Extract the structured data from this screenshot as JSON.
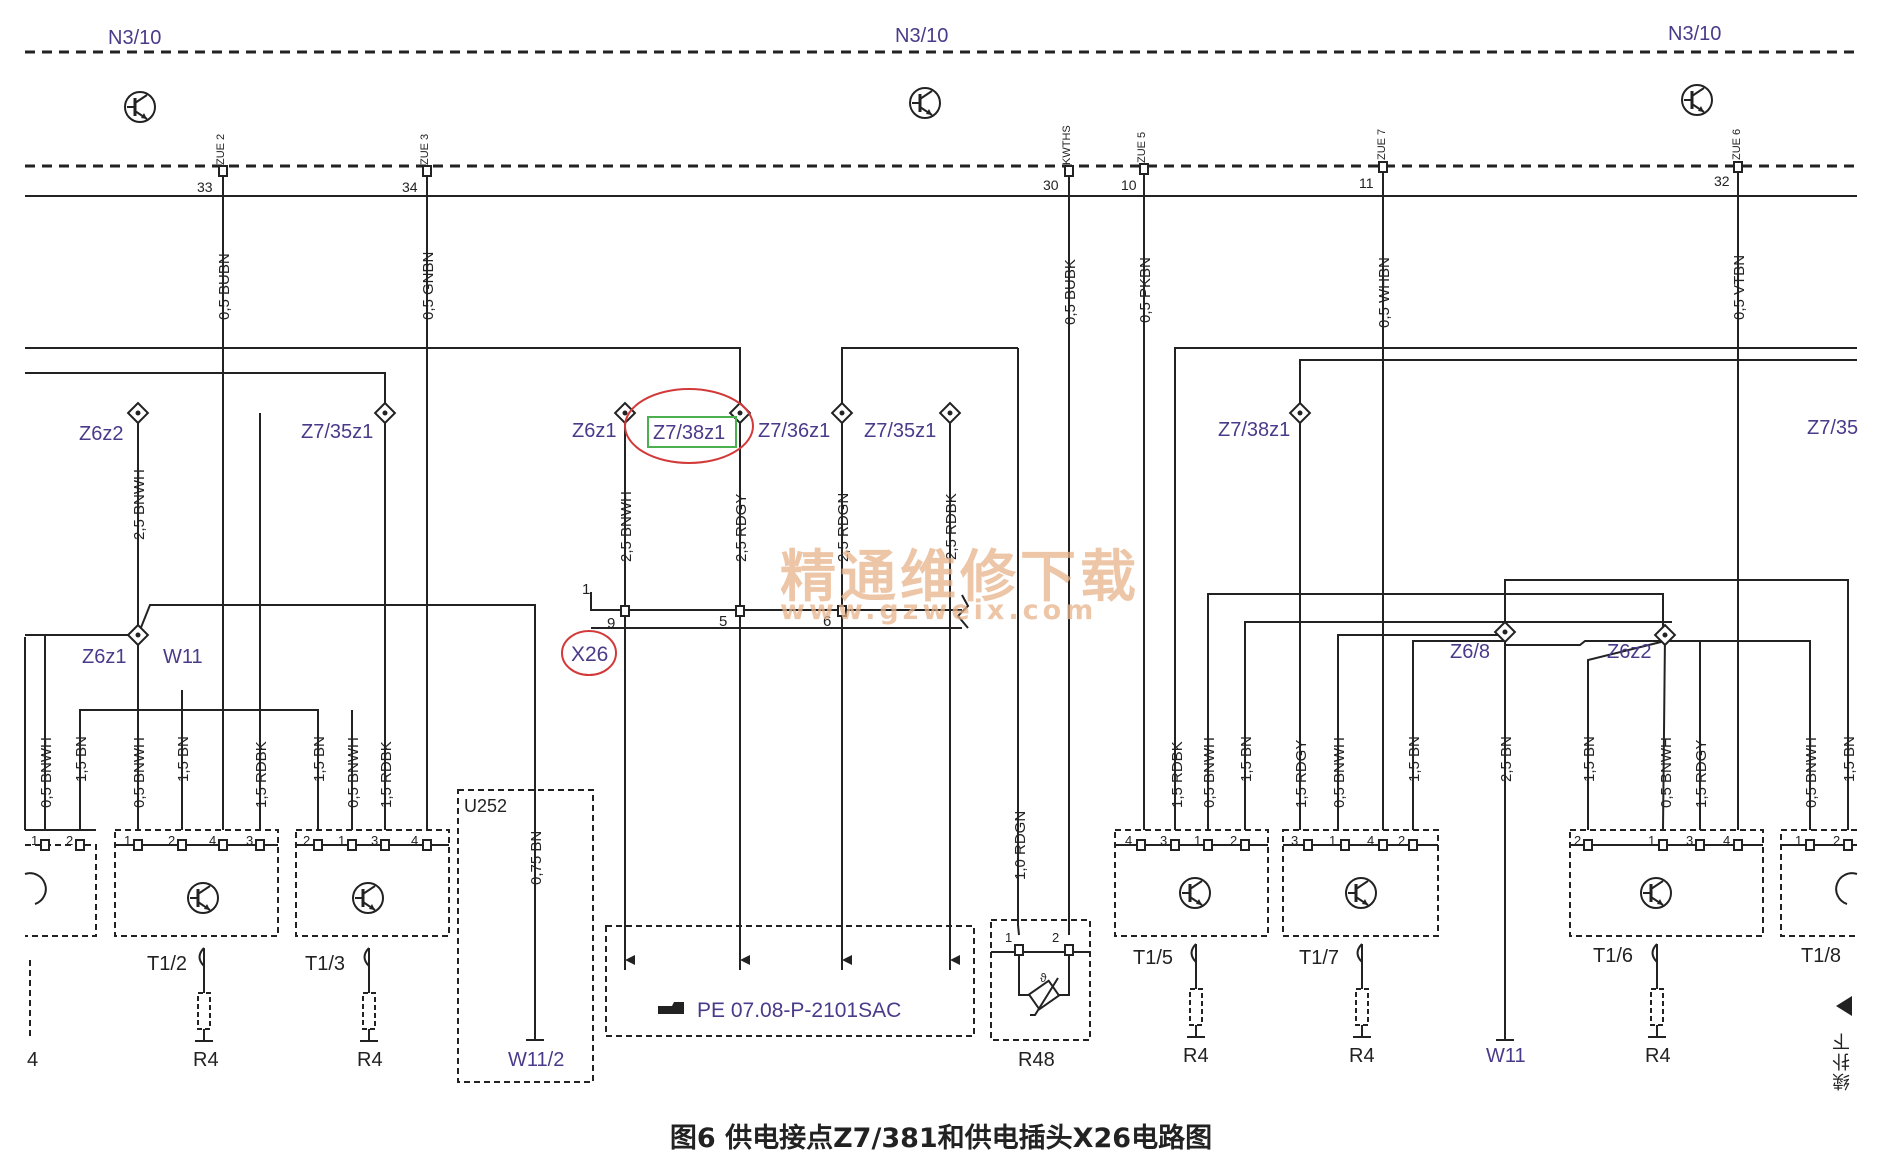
{
  "ecu": {
    "labels": [
      "N3/10",
      "N3/10",
      "N3/10"
    ],
    "pins": [
      {
        "code": "ZUE 2",
        "num": "33"
      },
      {
        "code": "ZUE 3",
        "num": "34"
      },
      {
        "code": "KWTHS",
        "num": "30"
      },
      {
        "code": "ZUE 5",
        "num": "10"
      },
      {
        "code": "ZUE 7",
        "num": "11"
      },
      {
        "code": "ZUE 6",
        "num": "32"
      }
    ]
  },
  "wires": {
    "ecu": [
      "0,5 BUBN",
      "0,5 GNBN",
      "0,5 BUBK",
      "0,5 PKBN",
      "0,5 WHBN",
      "0,5 VTBN"
    ],
    "mid": [
      "2,5 BNWH",
      "2,5 BNWH",
      "2,5 RDGY",
      "2,5 RDGN",
      "2,5 RDBK"
    ],
    "left_coils": [
      "0,5 BNWH",
      "1,5 BN",
      "0,5 BNWH",
      "1,5 BN",
      "1,5 RDBK",
      "1,5 BN",
      "0,5 BNWH",
      "1,5 RDBK"
    ],
    "u252": "0,75 BN",
    "r48": "1,0 RDGN",
    "right_coils": [
      "1,5 RDBK",
      "0,5 BNWH",
      "1,5 BN",
      "1,5 RDGY",
      "0,5 BNWH",
      "1,5 BN",
      "2,5 BN",
      "1,5 BN",
      "0,5 BNWH",
      "1,5 RDGY",
      "0,5 BNWH",
      "1,5 BN"
    ]
  },
  "splices": {
    "left": [
      "Z6z2",
      "Z7/35z1",
      "Z6z1"
    ],
    "mid": [
      "Z6z1",
      "Z7/38z1",
      "Z7/36z1",
      "Z7/35z1"
    ],
    "right": [
      "Z7/38z1",
      "Z7/35",
      "Z6/8",
      "Z6z2"
    ]
  },
  "w11_label": "W11",
  "x26": {
    "label": "X26",
    "pins": [
      "1",
      "9",
      "5",
      "6"
    ]
  },
  "u252": {
    "label": "U252",
    "ground": "W11/2"
  },
  "pe_ref": "PE 07.08-P-2101SAC",
  "r48": {
    "label": "R48",
    "pins": [
      "1",
      "2"
    ],
    "theta": "ϑ"
  },
  "coils": [
    {
      "label": "T1/2",
      "pins": [
        "1",
        "2",
        "4",
        "3"
      ],
      "plug": "R4"
    },
    {
      "label": "T1/3",
      "pins": [
        "2",
        "1",
        "3",
        "4"
      ],
      "plug": "R4"
    },
    {
      "label": "T1/5",
      "pins": [
        "4",
        "3",
        "1",
        "2"
      ],
      "plug": "R4"
    },
    {
      "label": "T1/7",
      "pins": [
        "3",
        "1",
        "4",
        "2"
      ],
      "plug": "R4"
    },
    {
      "label": "T1/6",
      "pins": [
        "2",
        "1",
        "3",
        "4"
      ],
      "plug": "R4"
    },
    {
      "label": "T1/8",
      "pins": [
        "1",
        "2"
      ],
      "plug": ""
    }
  ],
  "left_partial": {
    "pins": [
      "1",
      "2"
    ],
    "plug": "4"
  },
  "w11_ground": "W11",
  "watermark": {
    "cn": "精通维修下载",
    "url": "www.gzweix.com"
  },
  "caption": "图6 供电接点Z7/381和供电插头X26电路图",
  "sidenote": "续扑下"
}
